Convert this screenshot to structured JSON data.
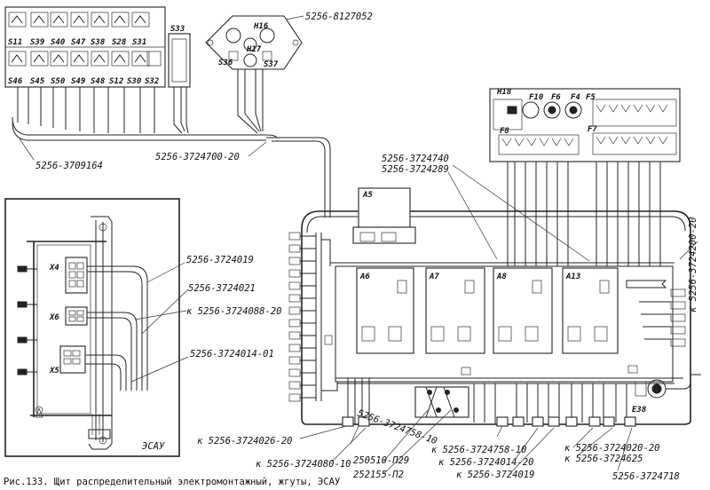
{
  "caption": "Рис.133. Щит распределительный электромонтажный, жгуты, ЭСАУ",
  "inset": {
    "title": "ЭСАУ",
    "x4": "X4",
    "x6": "X6",
    "x5": "X5"
  },
  "switches_top": [
    "S11",
    "S39",
    "S40",
    "S47",
    "S38",
    "S28",
    "S31"
  ],
  "switches_bottom": [
    "S46",
    "S45",
    "S50",
    "S49",
    "S48",
    "S12",
    "S30",
    "S32"
  ],
  "components": {
    "s33": "S33",
    "h16": "H16",
    "h17": "H17",
    "s36": "S36",
    "s37": "S37",
    "h18": "H18",
    "f10": "F10",
    "f6": "F6",
    "f4": "F4",
    "f5": "F5",
    "f7": "F7",
    "f8": "F8",
    "a5": "A5",
    "a6": "A6",
    "a7": "A7",
    "a8": "A8",
    "a13": "A13",
    "e38": "E38"
  },
  "labels": {
    "p8127052": "5256-8127052",
    "p3709164": "5256-3709164",
    "p3724700": "5256-3724700-20",
    "p3724740": "5256-3724740",
    "p3724289": "5256-3724289",
    "p3724200": "к 5256-3724200-20",
    "p3724019a": "5256-3724019",
    "p3724021": "5256-3724021",
    "p3724088": "к 5256-3724088-20",
    "p3724014_01": "5256-3724014-01",
    "p3724026": "к 5256-3724026-20",
    "p3724758a": "5256-3724758-10",
    "p3724080": "к 5256-3724080-10",
    "p250510": "250510-П29",
    "p252155": "252155-П2",
    "p3724758b": "к 5256-3724758-10",
    "p3724014_20": "к 5256-3724014-20",
    "p3724019b": "к 5256-3724019",
    "p3724020": "к 5256-3724020-20",
    "p3724625": "к 5256-3724625",
    "p3724718": "5256-3724718"
  }
}
